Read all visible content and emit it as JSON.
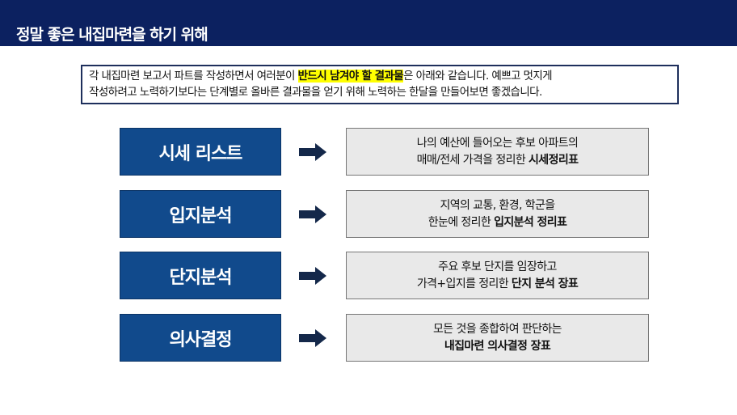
{
  "title": "정말 좋은 내집마련을 하기 위해",
  "intro": {
    "line1_pre": "각 내집마련 보고서 파트를 작성하면서 여러분이 ",
    "line1_highlight": "반드시 남겨야 할 결과물",
    "line1_post": "은 아래와 같습니다. 예쁘고 멋지게",
    "line2": "작성하려고 노력하기보다는 단계별로 올바른 결과물을 얻기 위해 노력하는 한달을 만들어보면 좋겠습니다."
  },
  "steps": [
    {
      "label": "시세 리스트",
      "line1": "나의 예산에 들어오는 후보 아파트의",
      "line2_pre": "매매/전세 가격을 정리한 ",
      "line2_bold": "시세정리표"
    },
    {
      "label": "입지분석",
      "line1": "지역의 교통, 환경, 학군을",
      "line2_pre": "한눈에 정리한 ",
      "line2_bold": "입지분석 정리표"
    },
    {
      "label": "단지분석",
      "line1": "주요 후보 단지를 임장하고",
      "line2_pre": "가격+입지를 정리한 ",
      "line2_bold": "단지 분석 장표"
    },
    {
      "label": "의사결정",
      "line1": "모든 것을 종합하여 판단하는",
      "line2_pre": "",
      "line2_bold": "내집마련 의사결정 장표"
    }
  ],
  "colors": {
    "header": "#0c2160",
    "step": "#114a8c",
    "highlight": "#ffff00"
  }
}
